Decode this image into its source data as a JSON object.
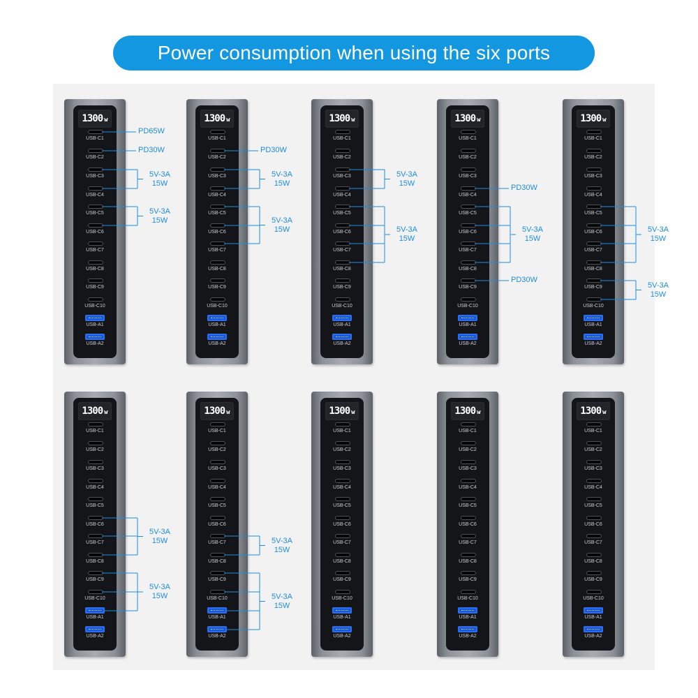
{
  "title": "Power consumption when using the six ports",
  "display_value": "1300",
  "display_unit": "w",
  "port_labels": [
    "USB-C1",
    "USB-C2",
    "USB-C3",
    "USB-C4",
    "USB-C5",
    "USB-C6",
    "USB-C7",
    "USB-C8",
    "USB-C9",
    "USB-C10",
    "USB-A1",
    "USB-A2"
  ],
  "colors": {
    "accent": "#1297e0",
    "callout": "#1f8ce0",
    "usb_a": "#1a57d6"
  },
  "configurations": [
    {
      "callouts": [
        {
          "ports": [
            0
          ],
          "lines": [
            "PD65W"
          ]
        },
        {
          "ports": [
            1
          ],
          "lines": [
            "PD30W"
          ]
        },
        {
          "ports": [
            2,
            3
          ],
          "lines": [
            "5V-3A",
            "15W"
          ]
        },
        {
          "ports": [
            4,
            5
          ],
          "lines": [
            "5V-3A",
            "15W"
          ]
        }
      ]
    },
    {
      "callouts": [
        {
          "ports": [
            1
          ],
          "lines": [
            "PD30W"
          ]
        },
        {
          "ports": [
            2,
            3
          ],
          "lines": [
            "5V-3A",
            "15W"
          ]
        },
        {
          "ports": [
            4,
            5,
            6
          ],
          "lines": [
            "5V-3A",
            "15W"
          ]
        }
      ]
    },
    {
      "callouts": [
        {
          "ports": [
            2,
            3
          ],
          "lines": [
            "5V-3A",
            "15W"
          ]
        },
        {
          "ports": [
            4,
            5,
            6,
            7
          ],
          "lines": [
            "5V-3A",
            "15W"
          ]
        }
      ]
    },
    {
      "callouts": [
        {
          "ports": [
            3
          ],
          "lines": [
            "PD30W"
          ]
        },
        {
          "ports": [
            4,
            5,
            6,
            7
          ],
          "lines": [
            "5V-3A",
            "15W"
          ]
        },
        {
          "ports": [
            8
          ],
          "lines": [
            "PD30W"
          ]
        }
      ]
    },
    {
      "callouts": [
        {
          "ports": [
            4,
            5,
            6,
            7
          ],
          "lines": [
            "5V-3A",
            "15W"
          ]
        },
        {
          "ports": [
            8,
            9
          ],
          "lines": [
            "5V-3A",
            "15W"
          ]
        }
      ]
    },
    {
      "callouts": [
        {
          "ports": [
            5,
            6,
            7
          ],
          "lines": [
            "5V-3A",
            "15W"
          ]
        },
        {
          "ports": [
            8,
            9,
            10
          ],
          "lines": [
            "5V-3A",
            "15W"
          ]
        }
      ]
    },
    {
      "callouts": [
        {
          "ports": [
            6,
            7
          ],
          "lines": [
            "5V-3A",
            "15W"
          ]
        },
        {
          "ports": [
            8,
            9,
            10,
            11
          ],
          "lines": [
            "5V-3A",
            "15W"
          ]
        }
      ]
    },
    {
      "callouts": []
    },
    {
      "callouts": []
    },
    {
      "callouts": []
    }
  ]
}
